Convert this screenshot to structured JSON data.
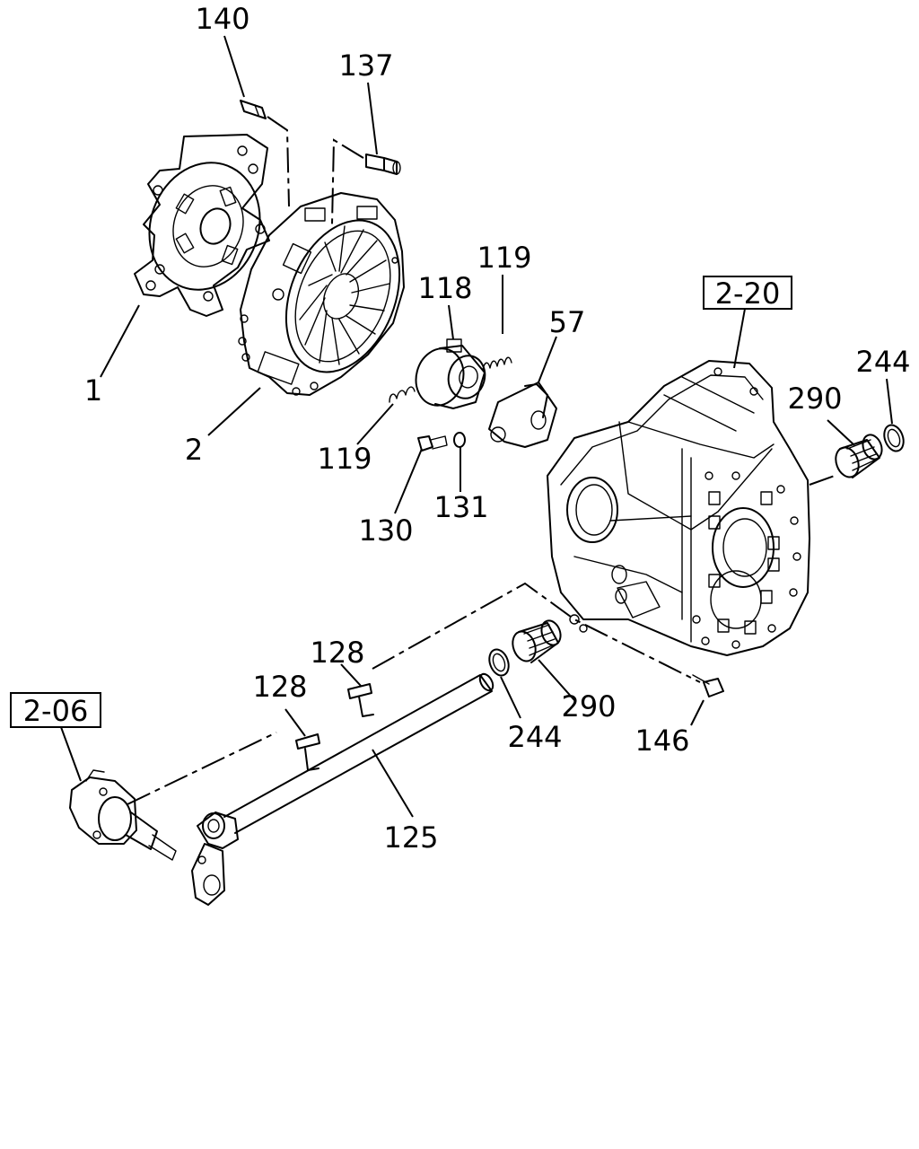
{
  "parts": {
    "p140": "140",
    "p137": "137",
    "p119_top": "119",
    "p118": "118",
    "p57": "57",
    "p1": "1",
    "p2": "2",
    "p119_bottom": "119",
    "p130": "130",
    "p131": "131",
    "p244_right": "244",
    "p290_right": "290",
    "p128_upper": "128",
    "p128_lower": "128",
    "p290_lower": "290",
    "p244_lower": "244",
    "p146": "146",
    "p125": "125"
  },
  "references": {
    "ref_2_20": "2-20",
    "ref_2_06": "2-06"
  }
}
